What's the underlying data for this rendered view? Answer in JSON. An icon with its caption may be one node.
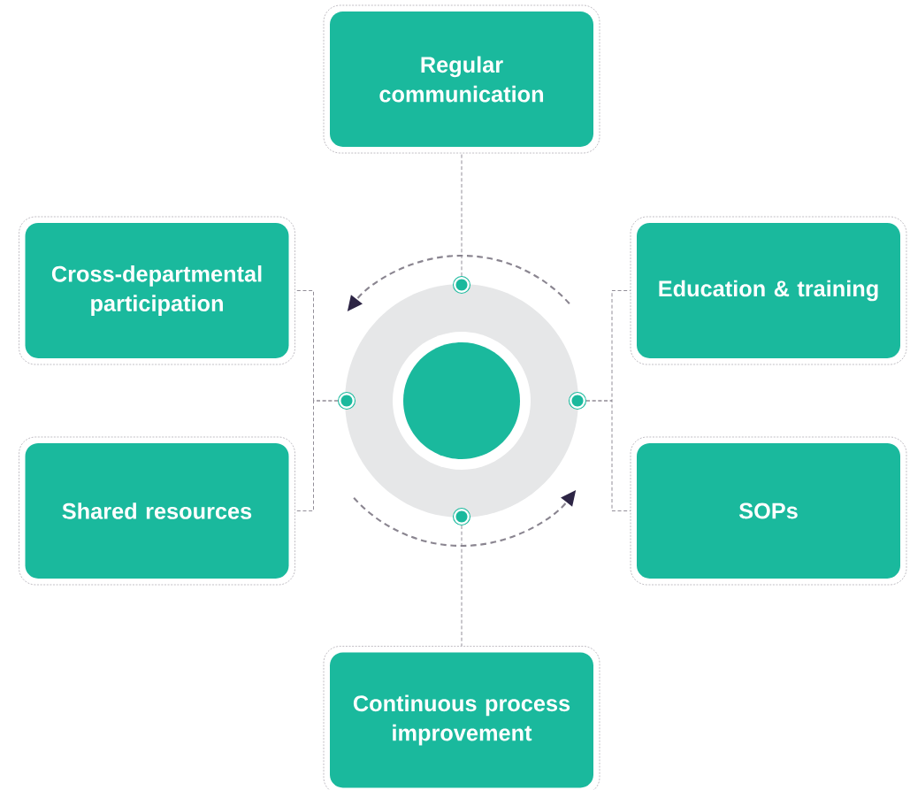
{
  "diagram": {
    "nodes": [
      {
        "text": [
          "Regular communication"
        ]
      },
      {
        "text": [
          "Cross-departmental participation"
        ]
      },
      {
        "text": [
          "Education & training"
        ]
      },
      {
        "text": [
          "Shared resources"
        ]
      },
      {
        "text": [
          "SOPs"
        ]
      },
      {
        "text": [
          "Continuous process improvement"
        ]
      },
      {
        "text": [],
        "shape": "circle"
      },
      {
        "text": [],
        "shape": "circle"
      },
      {
        "text": [],
        "shape": "circle"
      },
      {
        "text": [],
        "shape": "circle"
      },
      {
        "text": [],
        "shape": "circle"
      }
    ],
    "edges": [
      {
        "from": 7,
        "to": 0,
        "arrow": "none",
        "style": "dashed"
      },
      {
        "from": 8,
        "to": 1,
        "arrow": "none",
        "style": "dashed"
      },
      {
        "from": 8,
        "to": 3,
        "arrow": "none",
        "style": "dashed"
      },
      {
        "from": 9,
        "to": 2,
        "arrow": "none",
        "style": "dashed"
      },
      {
        "from": 9,
        "to": 4,
        "arrow": "none",
        "style": "dashed"
      },
      {
        "from": 10,
        "to": 5,
        "arrow": "none",
        "style": "dashed"
      }
    ]
  }
}
